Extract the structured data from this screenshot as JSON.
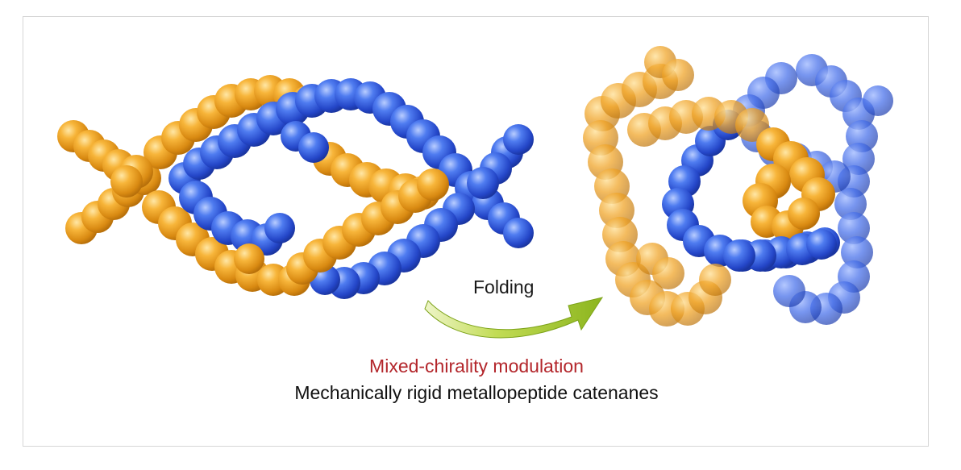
{
  "figure": {
    "step_label": "Folding",
    "title": "Mixed-chirality modulation",
    "subtitle": "Mechanically rigid metallopeptide catenanes",
    "colors": {
      "orange_strand": "#f0a020",
      "blue_strand": "#2f5fe0",
      "arrow_green": "#a8cc2c",
      "title_red": "#b3262b",
      "text_dark": "#111111",
      "frame_border": "#d6d6d6"
    }
  }
}
